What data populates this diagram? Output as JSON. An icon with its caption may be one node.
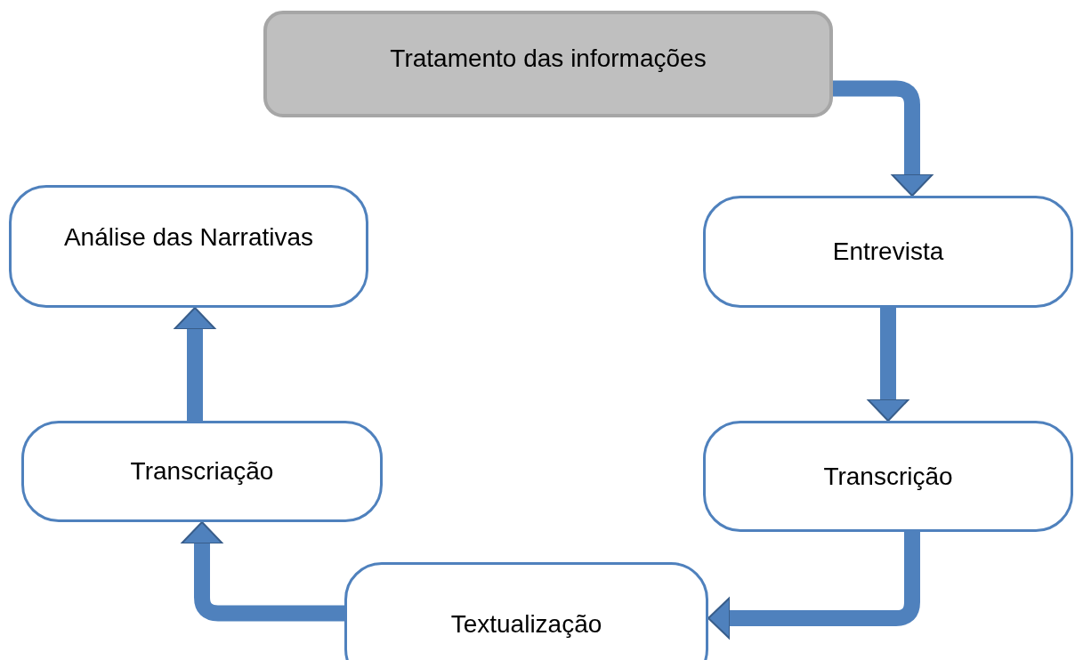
{
  "diagram": {
    "nodes": [
      {
        "text": [
          "Tratamento das informações"
        ]
      },
      {
        "text": [
          "Entrevista"
        ]
      },
      {
        "text": [
          "Transcrição"
        ]
      },
      {
        "text": [
          "Textualização"
        ]
      },
      {
        "text": [
          "Transcriação"
        ]
      },
      {
        "text": [
          "Análise das Narrativas"
        ]
      }
    ],
    "edges": [
      {
        "from": 0,
        "to": 1,
        "arrow": "to"
      },
      {
        "from": 1,
        "to": 2,
        "arrow": "to"
      },
      {
        "from": 2,
        "to": 3,
        "arrow": "to"
      },
      {
        "from": 3,
        "to": 4,
        "arrow": "to"
      },
      {
        "from": 4,
        "to": 5,
        "arrow": "to"
      }
    ]
  }
}
